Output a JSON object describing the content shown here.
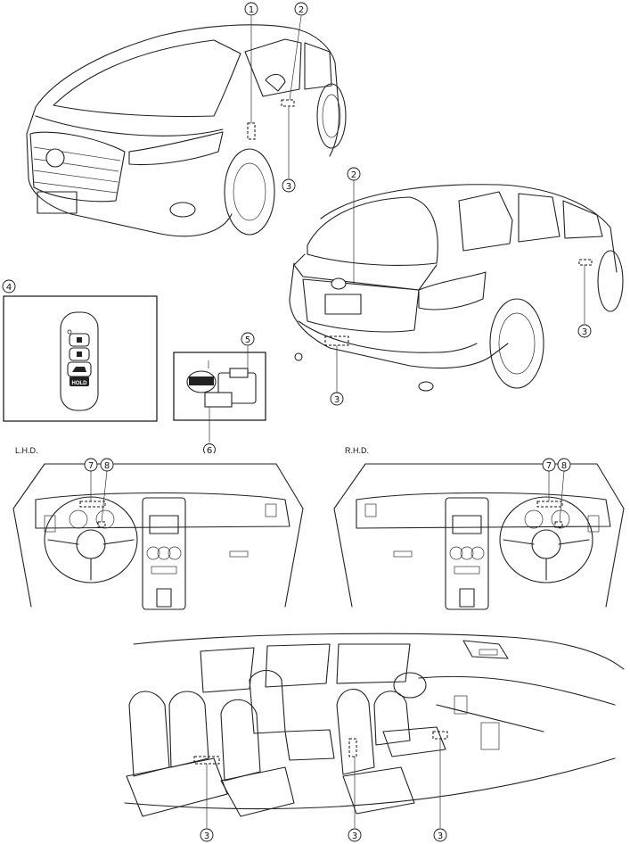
{
  "callouts": {
    "c1": "1",
    "c2": "2",
    "c3": "3",
    "c4": "4",
    "c5": "5",
    "c6": "6",
    "c7": "7",
    "c8": "8"
  },
  "labels": {
    "lhd": "L.H.D.",
    "rhd": "R.H.D.",
    "key_button": "HOLD"
  },
  "icons": [
    "front-vehicle",
    "rear-vehicle",
    "smart-key",
    "ignition-switch",
    "dashboard-lhd",
    "dashboard-rhd",
    "interior-cabin"
  ]
}
